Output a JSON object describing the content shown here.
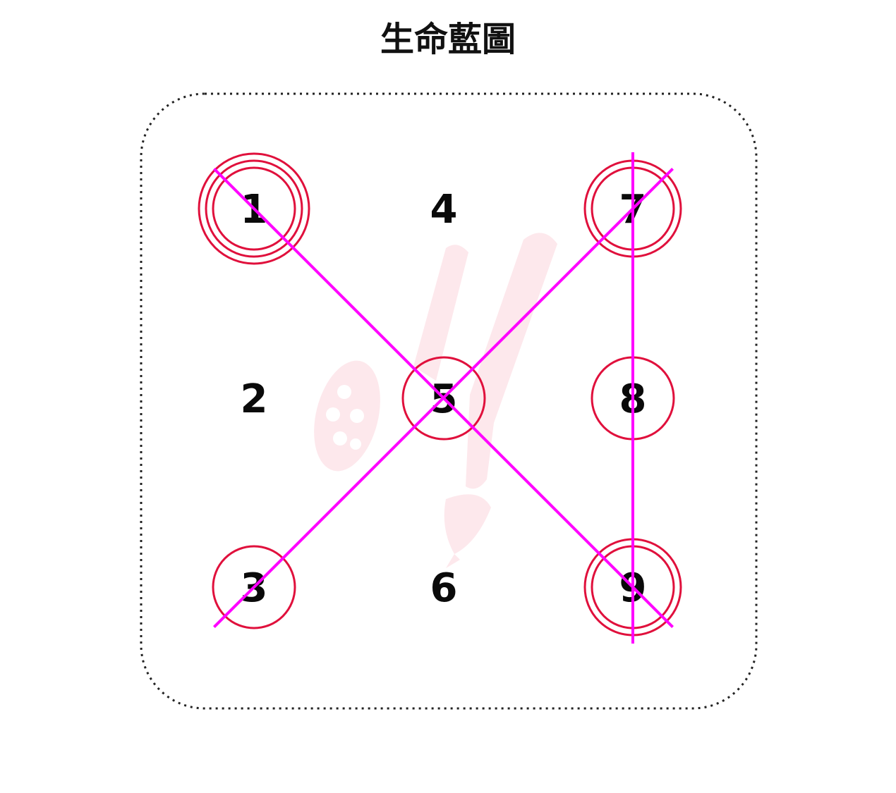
{
  "title": "生命藍圖",
  "colors": {
    "circle": "#e0103c",
    "line": "#ff00ff",
    "border": "#222222",
    "watermark": "#fde8ec",
    "text": "#0a0a0a"
  },
  "grid": {
    "columns": [
      [
        "1",
        "2",
        "3"
      ],
      [
        "4",
        "5",
        "6"
      ],
      [
        "7",
        "8",
        "9"
      ]
    ]
  },
  "circled": [
    {
      "number": "1",
      "rings": 3
    },
    {
      "number": "7",
      "rings": 2
    },
    {
      "number": "5",
      "rings": 1
    },
    {
      "number": "8",
      "rings": 1
    },
    {
      "number": "3",
      "rings": 1
    },
    {
      "number": "9",
      "rings": 2
    }
  ],
  "lines": [
    {
      "from": "1",
      "to": "9"
    },
    {
      "from": "3",
      "to": "7"
    },
    {
      "from": "7",
      "to": "9"
    }
  ],
  "watermark_icon": "film-reel-brush-logo-icon"
}
